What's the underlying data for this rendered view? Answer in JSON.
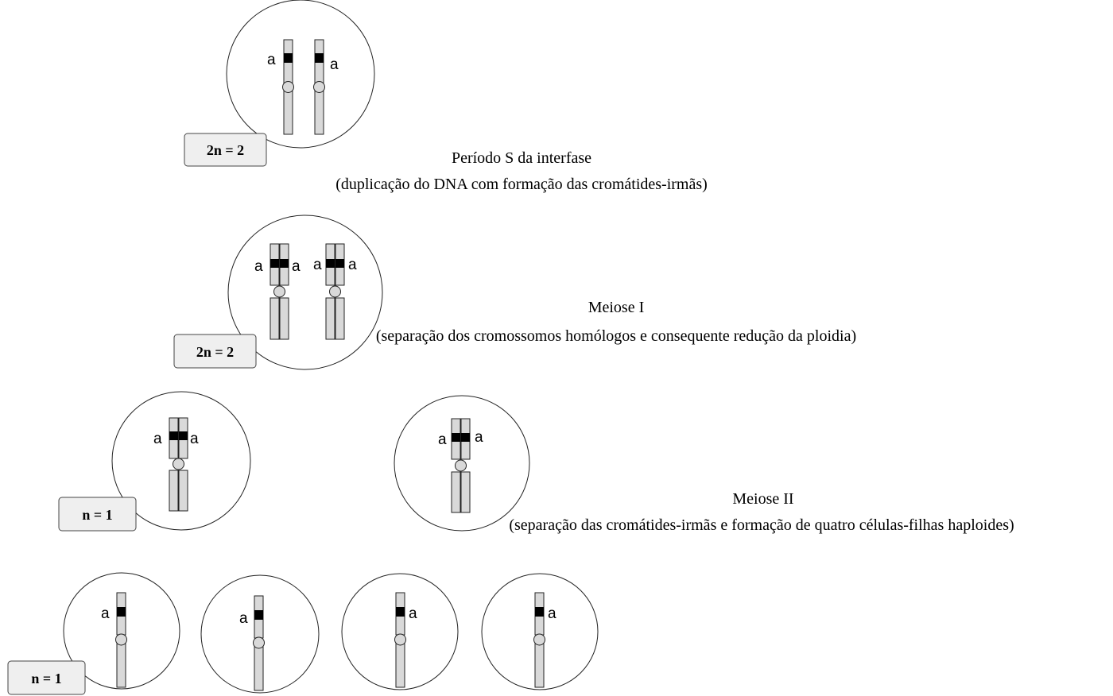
{
  "stages": [
    {
      "caption_line1": "Período S da interfase",
      "caption_line2": "(duplicação do DNA com formação das cromátides-irmãs)"
    },
    {
      "caption_line1": "Meiose I",
      "caption_line2": "(separação dos cromossomos homólogos e consequente redução da ploidia)"
    },
    {
      "caption_line1": "Meiose II",
      "caption_line2": "(separação das cromátides-irmãs e formação de quatro células-filhas haploides)"
    }
  ],
  "rows": [
    {
      "ploidy": "2n = 2",
      "alleles": [
        "a",
        "a"
      ]
    },
    {
      "ploidy": "2n = 2",
      "alleles": [
        "a",
        "a",
        "a",
        "a"
      ]
    },
    {
      "ploidy": "n = 1",
      "alleles": [
        "a",
        "a",
        "a",
        "a"
      ]
    },
    {
      "ploidy": "n = 1",
      "alleles": [
        "a",
        "a",
        "a",
        "a"
      ]
    }
  ]
}
